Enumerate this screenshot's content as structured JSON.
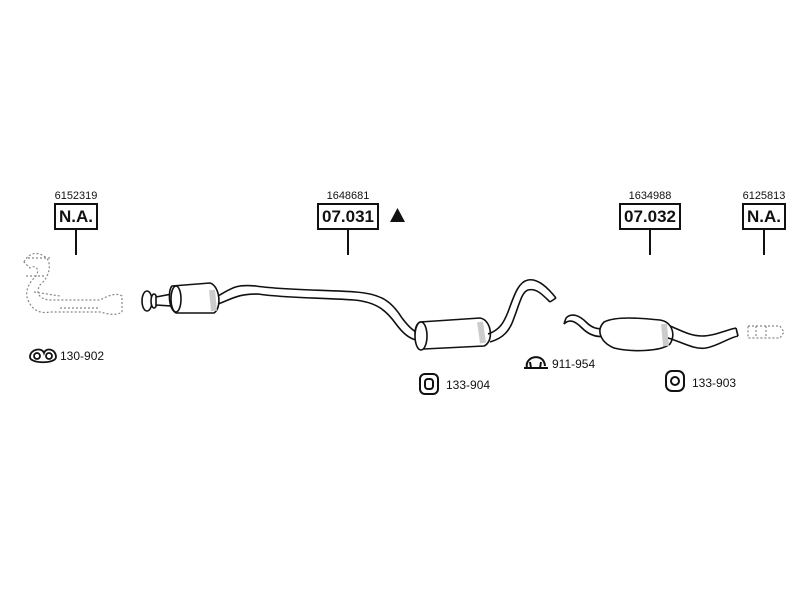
{
  "callouts": [
    {
      "code": "6152319",
      "box": "N.A."
    },
    {
      "code": "1648681",
      "box": "07.031"
    },
    {
      "code": "1634988",
      "box": "07.032"
    },
    {
      "code": "6125813",
      "box": "N.A."
    }
  ],
  "parts": [
    {
      "number": "130-902"
    },
    {
      "number": "133-904"
    },
    {
      "number": "911-954"
    },
    {
      "number": "133-903"
    }
  ],
  "colors": {
    "line": "#111111",
    "fill": "#ffffff",
    "shade": "#cccccc",
    "dotted": "#888888"
  }
}
